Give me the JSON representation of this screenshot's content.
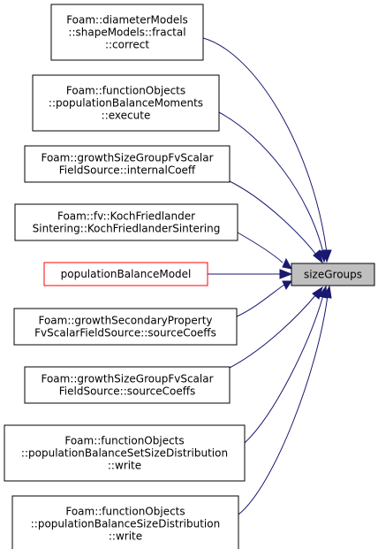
{
  "target": {
    "label": "sizeGroups"
  },
  "callers": [
    {
      "id": "fractal-correct",
      "lines": [
        "Foam::diameterModels",
        "::shapeModels::fractal",
        "::correct"
      ]
    },
    {
      "id": "pbm-execute",
      "lines": [
        "Foam::functionObjects",
        "::populationBalanceMoments",
        "::execute"
      ]
    },
    {
      "id": "growth-internal",
      "lines": [
        "Foam::growthSizeGroupFvScalar",
        "FieldSource::internalCoeff"
      ]
    },
    {
      "id": "koch",
      "lines": [
        "Foam::fv::KochFriedlander",
        "Sintering::KochFriedlanderSintering"
      ]
    },
    {
      "id": "pbm",
      "lines": [
        "populationBalanceModel"
      ]
    },
    {
      "id": "secondary-source",
      "lines": [
        "Foam::growthSecondaryProperty",
        "FvScalarFieldSource::sourceCoeffs"
      ]
    },
    {
      "id": "growth-source",
      "lines": [
        "Foam::growthSizeGroupFvScalar",
        "FieldSource::sourceCoeffs"
      ]
    },
    {
      "id": "setsize-write",
      "lines": [
        "Foam::functionObjects",
        "::populationBalanceSetSizeDistribution",
        "::write"
      ]
    },
    {
      "id": "size-write",
      "lines": [
        "Foam::functionObjects",
        "::populationBalanceSizeDistribution",
        "::write"
      ]
    }
  ],
  "colors": {
    "edge": "#191970",
    "highlight_border": "#ff0000",
    "target_fill": "#bfbfbf"
  }
}
